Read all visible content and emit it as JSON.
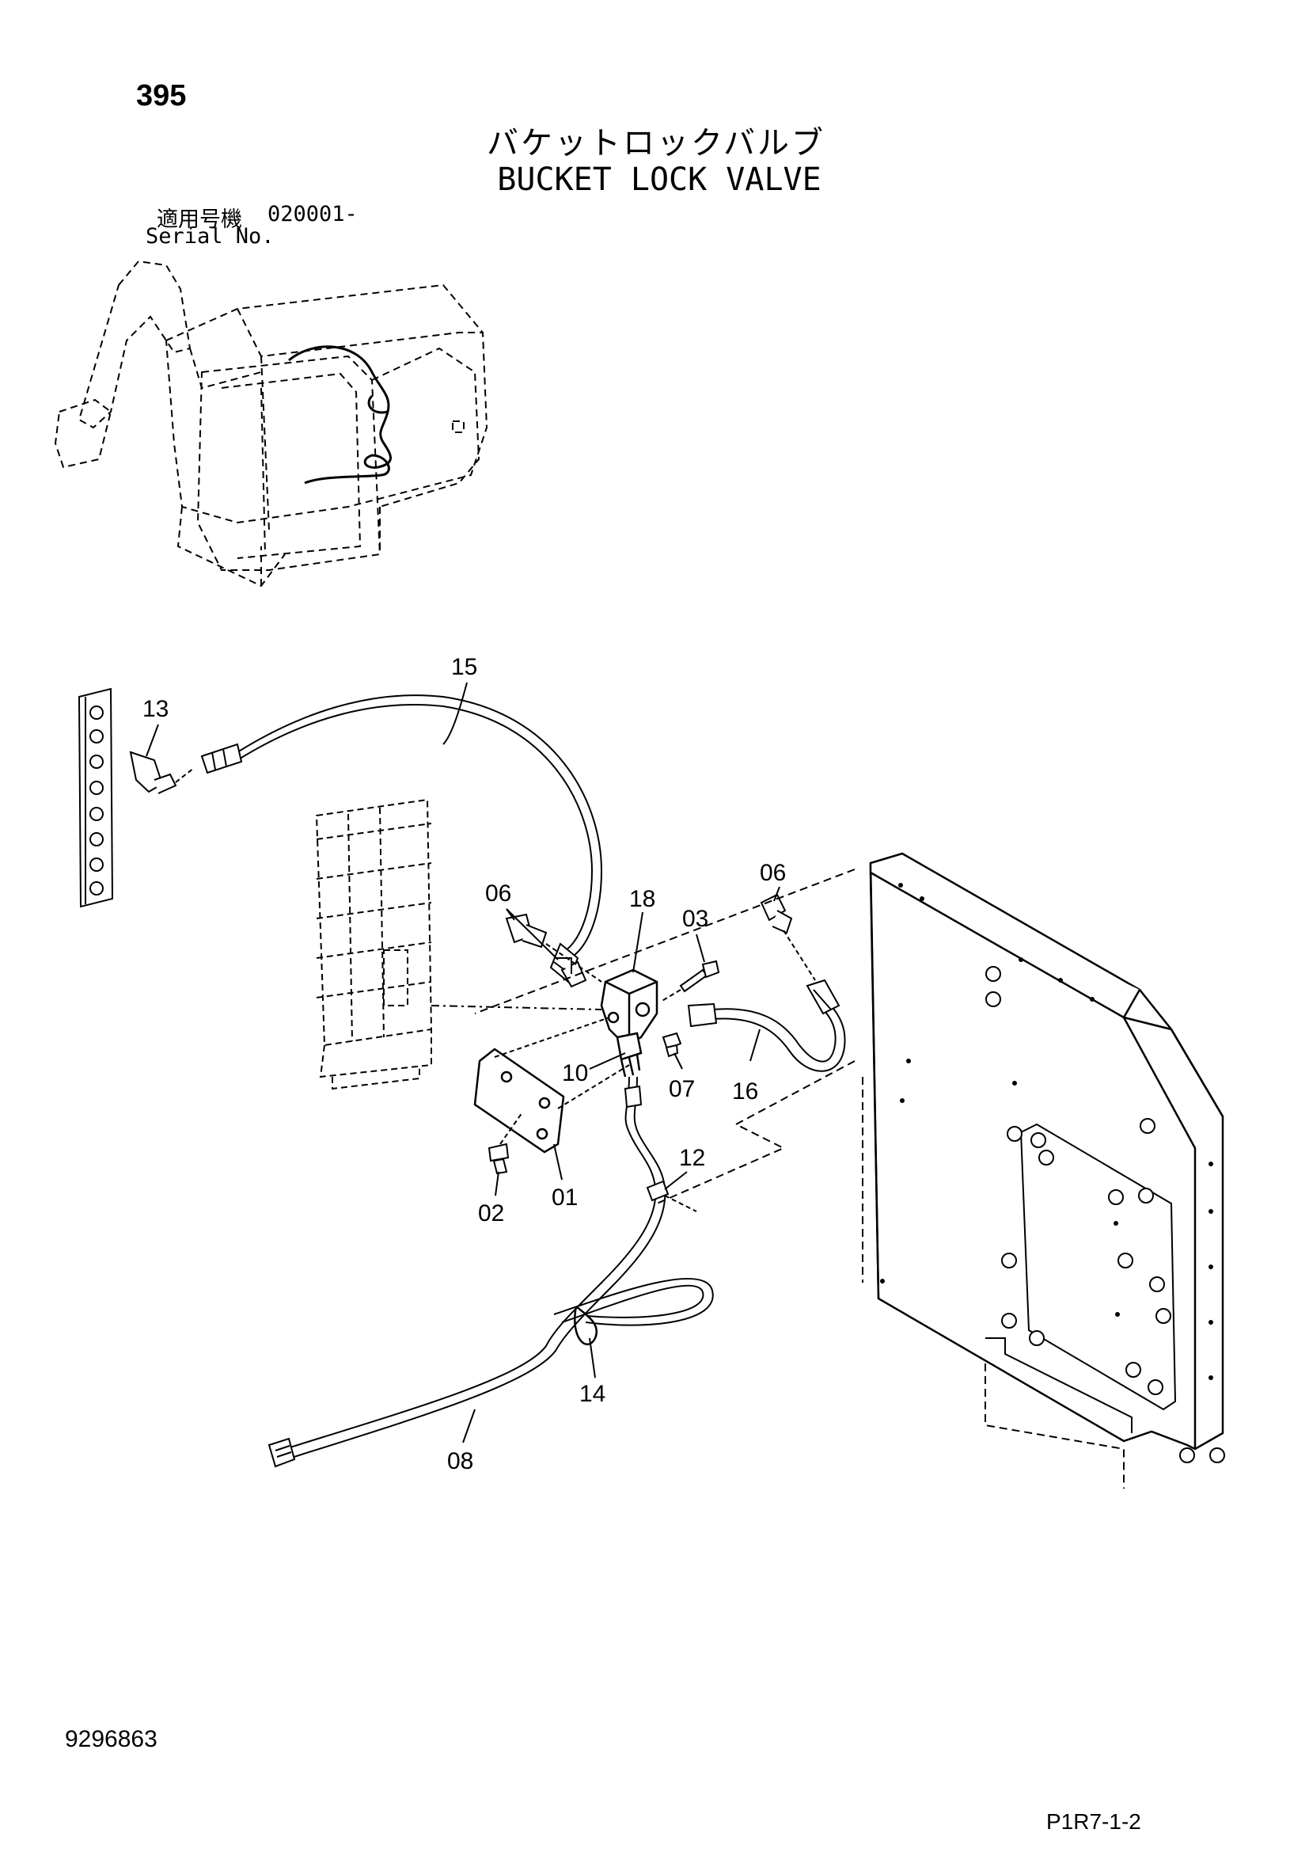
{
  "page_number": "395",
  "title_jp": "バケットロックバルブ",
  "title_en": "BUCKET LOCK VALVE",
  "serial": {
    "label_jp": "適用号機",
    "value": "020001-",
    "label_en": "Serial No."
  },
  "document_number": "9296863",
  "page_code": "P1R7-1-2",
  "callouts": [
    "15",
    "13",
    "06",
    "06",
    "18",
    "03",
    "10",
    "07",
    "16",
    "01",
    "02",
    "12",
    "14",
    "08"
  ],
  "colors": {
    "ink": "#000000",
    "paper": "#ffffff"
  }
}
